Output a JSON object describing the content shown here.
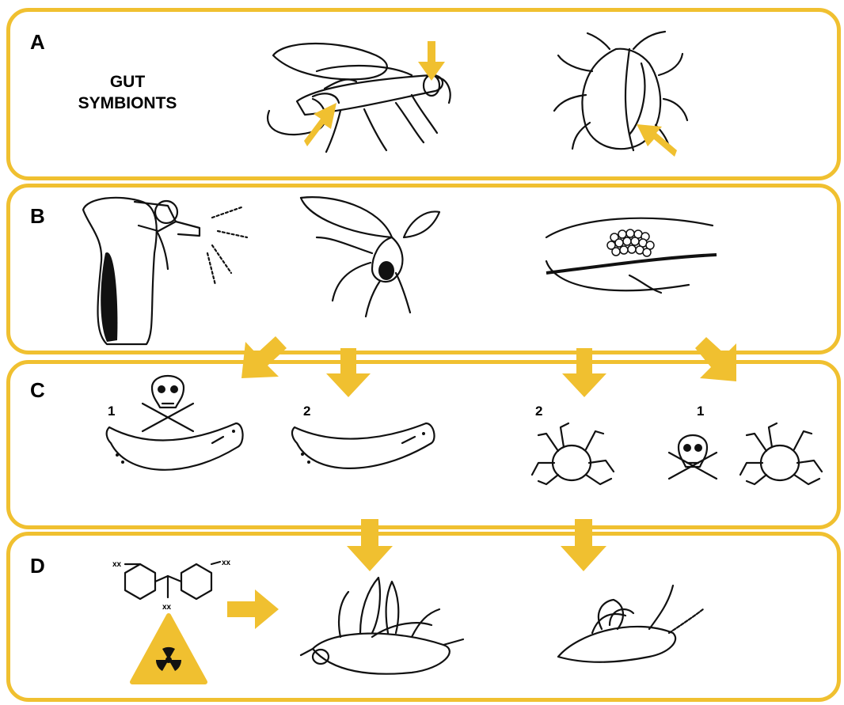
{
  "colors": {
    "accent": "#f0c030",
    "ink": "#111111",
    "background": "#ffffff"
  },
  "panels": [
    {
      "id": "A",
      "label": "A"
    },
    {
      "id": "B",
      "label": "B"
    },
    {
      "id": "C",
      "label": "C"
    },
    {
      "id": "D",
      "label": "D"
    }
  ],
  "panel_a": {
    "gut_label_line1": "GUT",
    "gut_label_line2": "SYMBIONTS"
  },
  "panel_c": {
    "step_left_1": "1",
    "step_left_2": "2",
    "step_right_2": "2",
    "step_right_1": "1"
  },
  "panel_d": {
    "substituent": "xx"
  },
  "icons": [
    "fly-icon",
    "stink-bug-icon",
    "spray-bottle-icon",
    "egg-mass-leaf-icon",
    "larva-icon",
    "nymph-icon",
    "skull-crossbones-icon",
    "molecule-icon",
    "radiation-icon"
  ]
}
